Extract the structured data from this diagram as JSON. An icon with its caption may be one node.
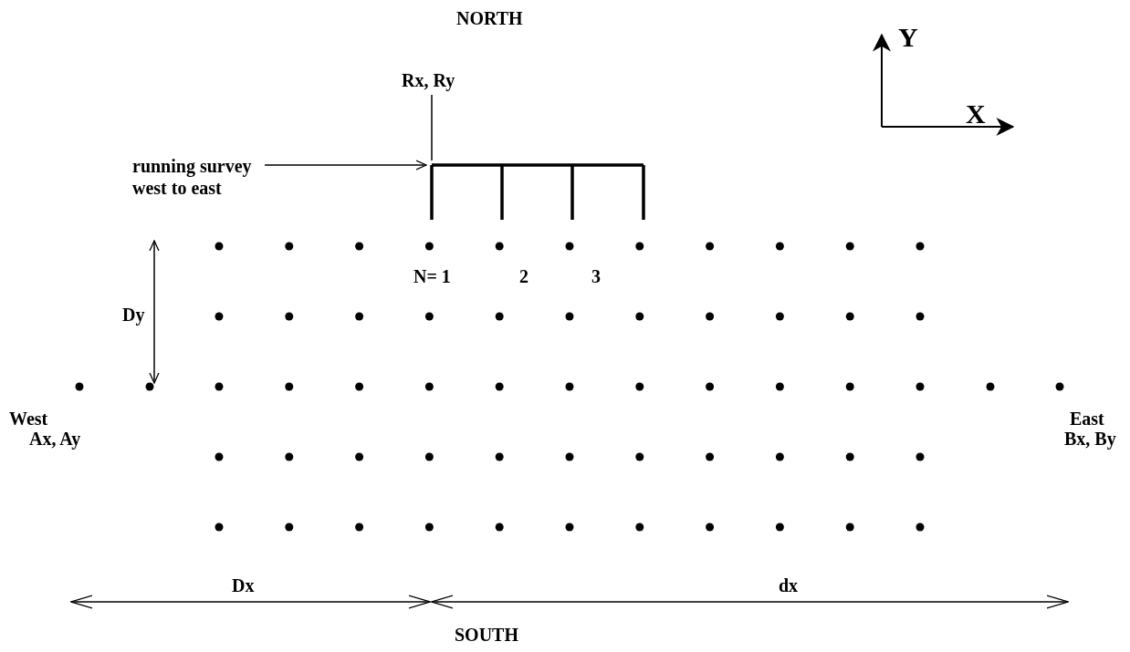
{
  "diagram": {
    "nodes": [
      {
        "text": [
          "running survey west to east"
        ]
      },
      {
        "text": [],
        "shape": "bar"
      },
      {
        "text": [
          "Rx, Ry"
        ]
      }
    ],
    "edges": [
      {
        "from": 0,
        "to": 1,
        "arrow": "to"
      },
      {
        "from": 2,
        "to": 1,
        "arrow": "none"
      }
    ],
    "labels": [
      "NORTH",
      "Y",
      "X",
      "N= 1",
      "2",
      "3",
      "Dy",
      "West",
      "Ax, Ay",
      "East",
      "Bx, By",
      "Dx",
      "dx",
      "SOUTH"
    ]
  }
}
